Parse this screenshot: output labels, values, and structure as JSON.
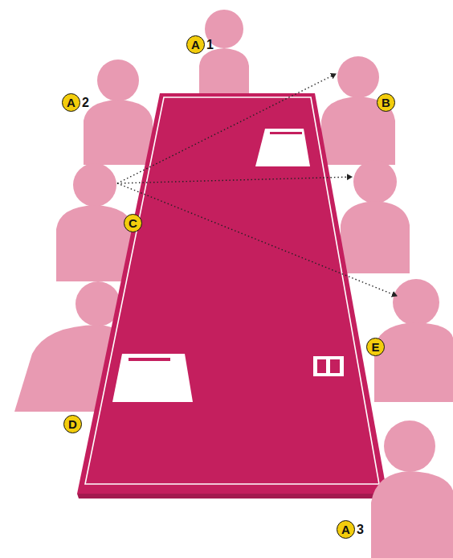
{
  "diagram": {
    "nodes": [
      {
        "text": [
          "A",
          "1"
        ]
      },
      {
        "text": [
          "A",
          "2"
        ]
      },
      {
        "text": [
          "B"
        ]
      },
      {
        "text": [
          "C"
        ]
      },
      {
        "text": [
          "E"
        ]
      },
      {
        "text": [
          "D"
        ]
      },
      {
        "text": [
          "A",
          "3"
        ]
      }
    ]
  }
}
